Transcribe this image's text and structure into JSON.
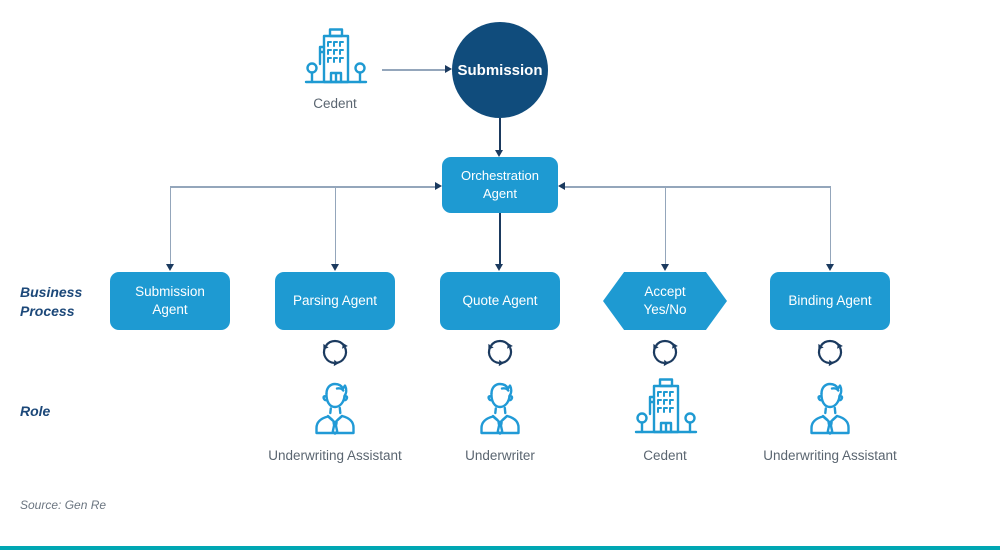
{
  "colors": {
    "accent_blue": "#1e9ad2",
    "dark_navy_circle": "#104c7c",
    "connector_gray": "#94a6bb",
    "arrow_navy": "#1b3a5f",
    "heading_navy": "#1c4879",
    "label_gray": "#5a6570",
    "teal_bar": "#00a7b3"
  },
  "top": {
    "cedent_label": "Cedent",
    "cedent_icon": "building-icon",
    "submission_label": "Submission"
  },
  "orchestration": {
    "label": "Orchestration Agent"
  },
  "row_headings": {
    "business_process": "Business Process",
    "role": "Role"
  },
  "columns": [
    {
      "process": "Submission Agent",
      "shape": "rounded-rect"
    },
    {
      "process": "Parsing Agent",
      "shape": "rounded-rect",
      "cycle_icon": "cycle-arrows-icon",
      "role_icon": "person-icon",
      "role": "Underwriting Assistant"
    },
    {
      "process": "Quote Agent",
      "shape": "rounded-rect",
      "cycle_icon": "cycle-arrows-icon",
      "role_icon": "person-icon",
      "role": "Underwriter"
    },
    {
      "process": "Accept Yes/No",
      "shape": "hexagon",
      "cycle_icon": "cycle-arrows-icon",
      "role_icon": "building-icon",
      "role": "Cedent"
    },
    {
      "process": "Binding Agent",
      "shape": "rounded-rect",
      "cycle_icon": "cycle-arrows-icon",
      "role_icon": "person-icon",
      "role": "Underwriting Assistant"
    }
  ],
  "source": "Source: Gen Re"
}
